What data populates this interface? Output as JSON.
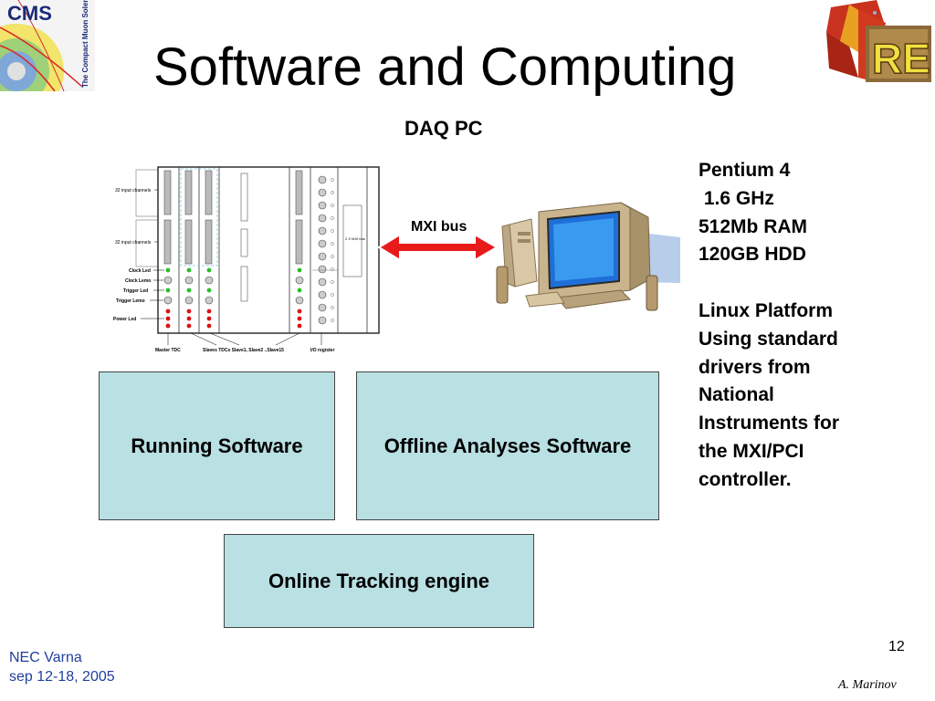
{
  "title": "Software and Computing",
  "daq_label": "DAQ PC",
  "logo_left_text": "CMS",
  "logo_left_subtext": "The Compact Muon Solenoid",
  "logo_right_text": "RE",
  "diagram": {
    "labels": {
      "input1": "32 input channels",
      "input2": "32 input channels",
      "clock_led": "Clock Led",
      "clock_lemo": "Clock Lemo",
      "trigger_led": "Trigger Led",
      "trigger_lemo": "Trigger Lemo",
      "power_led": "Power Led",
      "master": "Master TDC",
      "slaves": "Slaves TDCs Slave1, Slave2 ..Slave15",
      "io": "I/O register",
      "mxi_box": "2 X MXI bus"
    },
    "mxi_bus": "MXI bus"
  },
  "specs": {
    "hardware": "Pentium 4\n 1.6 GHz\n512Mb RAM\n120GB HDD",
    "software": "Linux Platform\nUsing standard\ndrivers from\nNational\nInstruments for\nthe MXI/PCI\ncontroller."
  },
  "boxes": {
    "running": "Running Software",
    "offline": "Offline Analyses Software",
    "online": "Online Tracking engine"
  },
  "footer": {
    "event": "NEC Varna",
    "dates": "sep 12-18, 2005",
    "page": "12",
    "author": "A. Marinov"
  },
  "colors": {
    "box_fill": "#b9e0e3",
    "arrow": "#e81b1b",
    "footer_text": "#1f3f9f"
  }
}
